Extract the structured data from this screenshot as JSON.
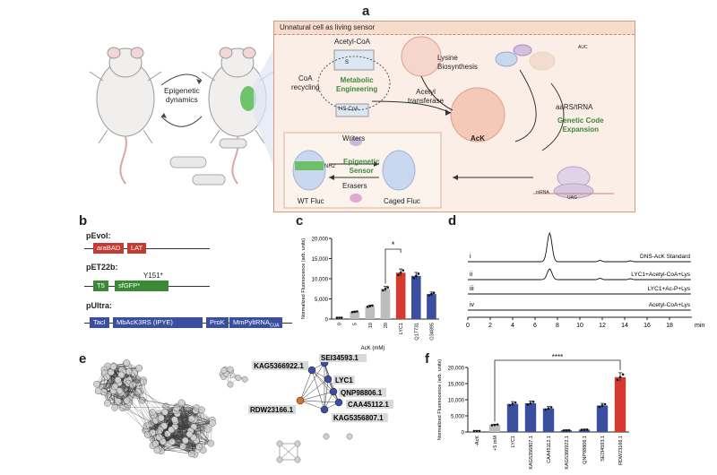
{
  "panels": {
    "a": "a",
    "b": "b",
    "c": "c",
    "d": "d",
    "e": "e",
    "f": "f"
  },
  "panel_a": {
    "sensor_title": "Unnatural cell as living sensor",
    "epigenetic_dynamics": "Epigenetic\ndynamics",
    "acetyl_coa": "Acetyl-CoA",
    "coa_recycling": "CoA\nrecycling",
    "metabolic_engineering": "Metabolic\nEngineering",
    "hs_coa": "HS-CoA",
    "lysine_biosynthesis": "Lysine\nBiosynthesis",
    "acetyl_transferase": "Acetyl\ntransferase",
    "ack": "AcK",
    "aars_trna": "aaRS/tRNA",
    "gce": "Genetic Code\nExpansion",
    "writers": "Writers",
    "erasers": "Erasers",
    "epigenetic_sensor": "Epigenetic\nSensor",
    "wt_fluc": "WT Fluc",
    "caged_fluc": "Caged Fluc",
    "nh2": "NH2",
    "auc": "AUC",
    "uag": "UAG",
    "mrna": "mRNA"
  },
  "panel_b": {
    "pevol": "pEvol:",
    "arabad": "araBAD",
    "lat": "LAT",
    "pet22b": "pET22b:",
    "t5": "T5",
    "sfgfp": "sfGFP*",
    "y151": "Y151*",
    "pultra": "pUltra:",
    "taci": "TacI",
    "mbacK3rs": "MbAcK3RS (IPYE)",
    "prok": "ProK",
    "mmpyltrna": "MmPyltRNA",
    "trna_sub": "CUA"
  },
  "chart_data": [
    {
      "panel": "c",
      "type": "bar",
      "ylabel": "Normalized Fluorescence (arb. units)",
      "xlabel": "AcK (mM)",
      "ylim": [
        0,
        20000
      ],
      "yticks": [
        0,
        5000,
        10000,
        15000,
        20000
      ],
      "categories": [
        "0",
        "5",
        "10",
        "20",
        "LYC1",
        "Q17731",
        "O34895"
      ],
      "values": [
        300,
        1800,
        3200,
        7500,
        11500,
        10700,
        6200
      ],
      "colors": [
        "#bdbdbd",
        "#bdbdbd",
        "#bdbdbd",
        "#bdbdbd",
        "#d43a2f",
        "#3a4fa0",
        "#3a4fa0"
      ],
      "significance": "*"
    },
    {
      "panel": "f",
      "type": "bar",
      "ylabel": "Normalized Fluorescence (arb. units)",
      "ylim": [
        0,
        20000
      ],
      "yticks": [
        0,
        5000,
        10000,
        15000,
        20000
      ],
      "categories": [
        "-AcK",
        "+5 mM",
        "LYC1",
        "KAG5356807.1",
        "CAA45112.1",
        "KAG5366922.1",
        "QNP98806.1",
        "SEI34593.1",
        "RDW23166.1"
      ],
      "values": [
        300,
        2200,
        8700,
        8900,
        7300,
        500,
        700,
        8200,
        17000
      ],
      "colors": [
        "#bdbdbd",
        "#bdbdbd",
        "#3a4fa0",
        "#3a4fa0",
        "#3a4fa0",
        "#3a4fa0",
        "#3a4fa0",
        "#3a4fa0",
        "#d43a2f"
      ],
      "significance": "****"
    },
    {
      "panel": "d",
      "type": "line",
      "xlabel": "min",
      "xticks": [
        0,
        2,
        4,
        6,
        8,
        10,
        12,
        14,
        16,
        18
      ],
      "series": [
        {
          "name": "DNS-AcK Standard",
          "index": "i",
          "peak_x": 7.3
        },
        {
          "name": "LYC1+Acetyl-CoA+Lys",
          "index": "ii",
          "peak_x": 7.3
        },
        {
          "name": "LYC1+Ac-P+Lys",
          "index": "iii",
          "peak_x": null
        },
        {
          "name": "Acetyl-CoA+Lys",
          "index": "iv",
          "peak_x": null
        }
      ]
    }
  ],
  "panel_e": {
    "nodes": [
      {
        "label": "KAG5366922.1",
        "color": "#3a4fa0"
      },
      {
        "label": "SEI34593.1",
        "color": "#3a4fa0"
      },
      {
        "label": "LYC1",
        "color": "#3a4fa0"
      },
      {
        "label": "QNP98806.1",
        "color": "#3a4fa0"
      },
      {
        "label": "CAA45112.1",
        "color": "#3a4fa0"
      },
      {
        "label": "RDW23166.1",
        "color": "#d4742f"
      },
      {
        "label": "KAG5356807.1",
        "color": "#3a4fa0"
      }
    ]
  }
}
